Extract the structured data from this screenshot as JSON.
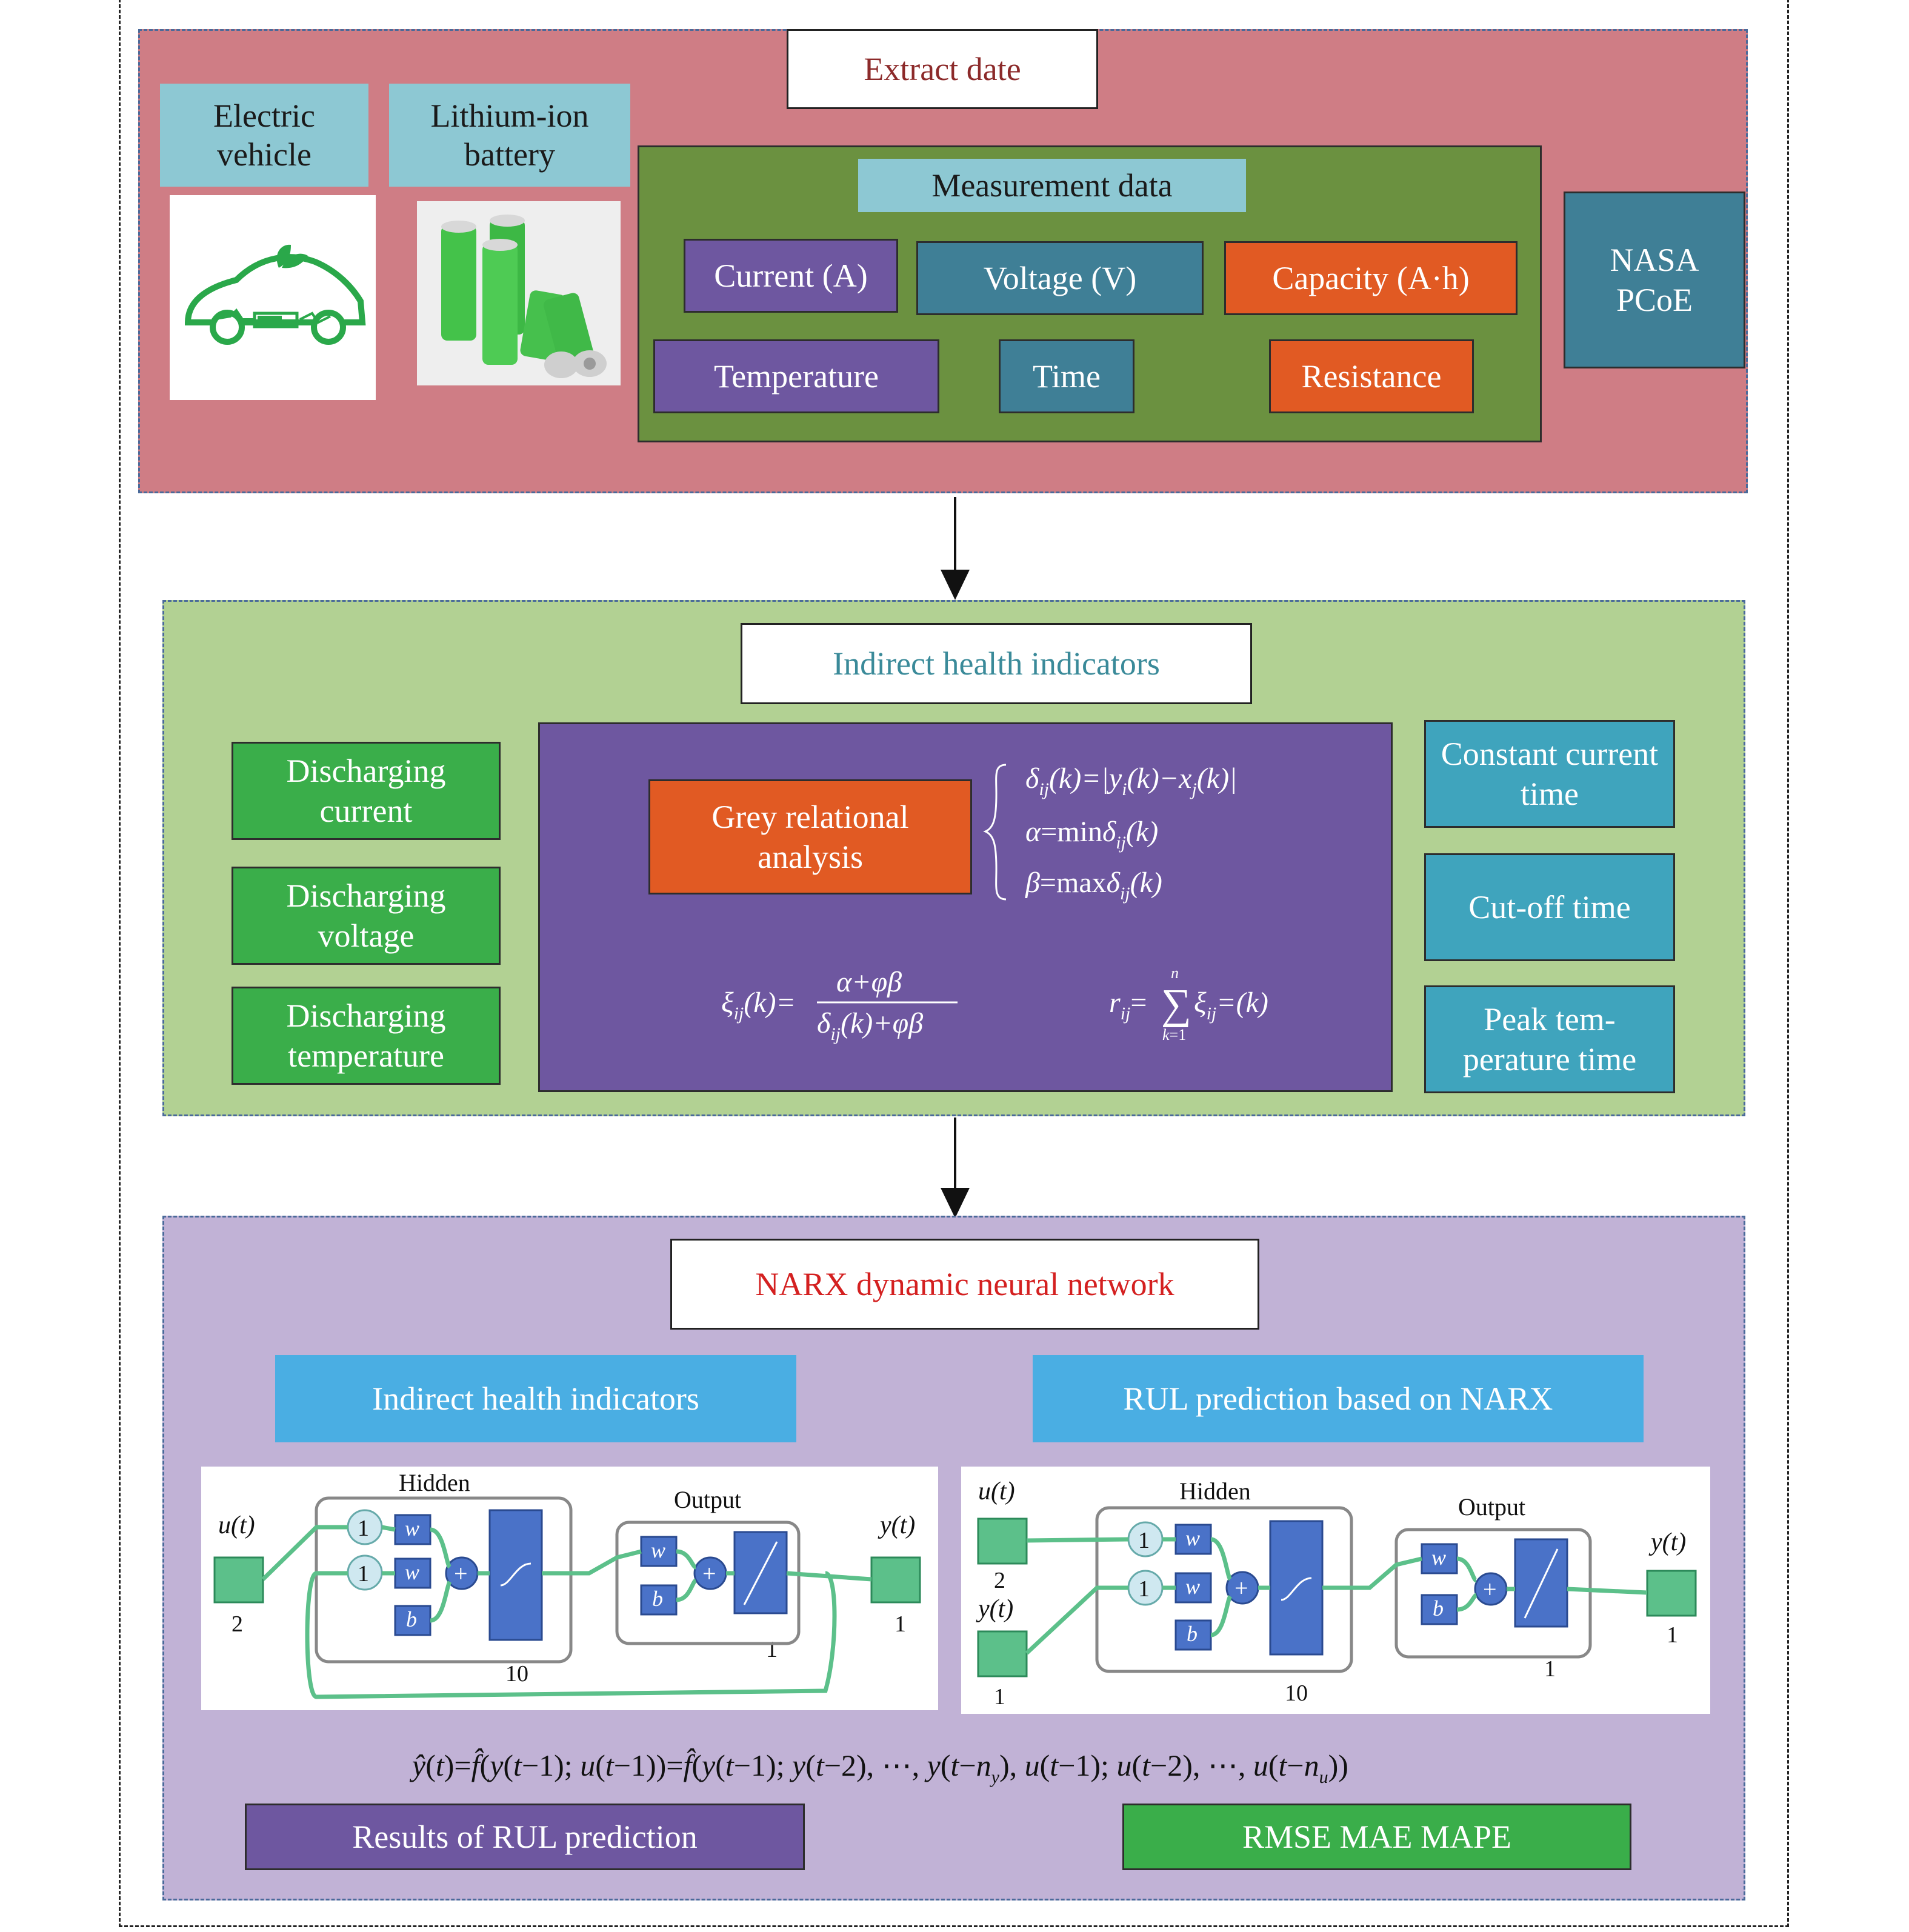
{
  "section1": {
    "title": "Extract date",
    "electric_vehicle": "Electric\nvehicle",
    "lithium_battery": "Lithium-ion\nbattery",
    "measurement_title": "Measurement data",
    "measurements": {
      "current": "Current (A)",
      "voltage": "Voltage (V)",
      "capacity": "Capacity (A·h)",
      "temperature": "Temperature",
      "time": "Time",
      "resistance": "Resistance"
    },
    "nasa": "NASA\nPCoE"
  },
  "section2": {
    "title": "Indirect health indicators",
    "left": {
      "discharging_current": "Discharging\ncurrent",
      "discharging_voltage": "Discharging\nvoltage",
      "discharging_temperature": "Discharging\ntemperature"
    },
    "grey": "Grey relational\nanalysis",
    "right": {
      "cc_time": "Constant current\ntime",
      "cutoff_time": "Cut-off time",
      "peak_temp_time": "Peak tem-\nperature time"
    }
  },
  "section3": {
    "title": "NARX dynamic neural network",
    "left_label": "Indirect health indicators",
    "right_label": "RUL prediction based on NARX",
    "results": "Results of RUL prediction",
    "metrics": "RMSE MAE MAPE",
    "net_left": {
      "hidden": "Hidden",
      "output": "Output",
      "ut": "u(t)",
      "yt": "y(t)",
      "in_n": "2",
      "out_n": "1",
      "hidden_n": "10",
      "output_n": "1",
      "one_a": "1",
      "one_b": "1",
      "w1": "w",
      "w2": "w",
      "b1": "b",
      "w3": "w",
      "b2": "b"
    },
    "net_right": {
      "hidden": "Hidden",
      "output": "Output",
      "ut": "u(t)",
      "yt_in": "y(t)",
      "yt_out": "y(t)",
      "in_n1": "2",
      "in_n2": "1",
      "out_n": "1",
      "hidden_n": "10",
      "output_n": "1",
      "one_a": "1",
      "one_b": "1",
      "w1": "w",
      "w2": "w",
      "b1": "b",
      "w3": "w",
      "b2": "b"
    }
  },
  "colors": {
    "section1_bg": "#cf7d85",
    "measurement_bg": "#6b9140",
    "section2_bg": "#b2d193",
    "section3_bg": "#c1b2d6",
    "title1_text": "#8c2a2a",
    "title2_text": "#3a8a99",
    "title3_text": "#d42020"
  }
}
